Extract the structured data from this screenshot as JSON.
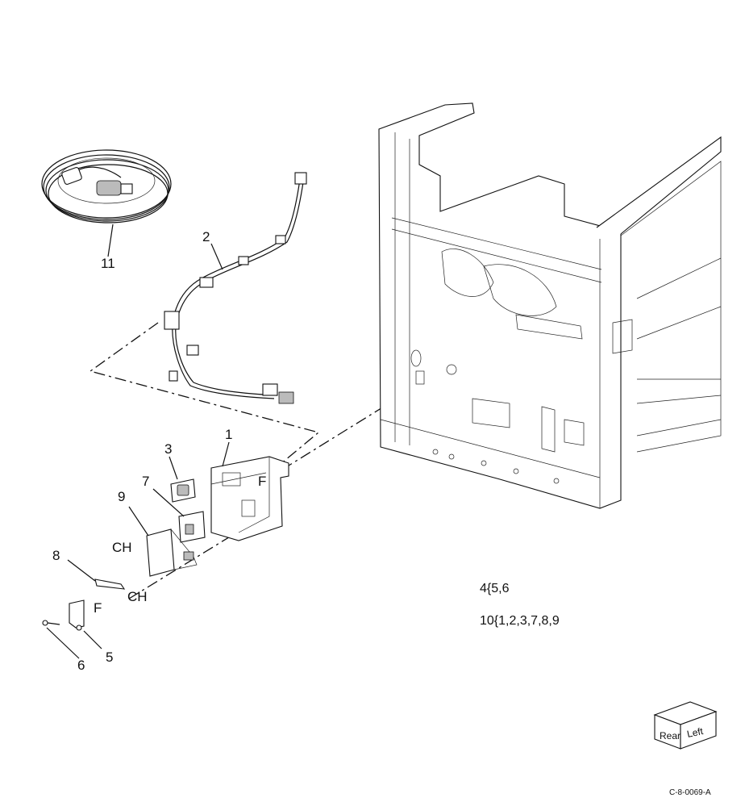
{
  "callouts": {
    "c1": "1",
    "c2": "2",
    "c3": "3",
    "c5": "5",
    "c6": "6",
    "c7": "7",
    "c8": "8",
    "c9": "9",
    "c11": "11"
  },
  "markers": {
    "ch_upper": "CH",
    "ch_lower": "CH",
    "f_upper": "F",
    "f_lower": "F"
  },
  "notes": {
    "kit_4": "4{5,6",
    "kit_10": "10{1,2,3,7,8,9"
  },
  "orientation_cube": {
    "rear": "Rear",
    "left": "Left"
  },
  "figure_id": "C-8-0069-A"
}
